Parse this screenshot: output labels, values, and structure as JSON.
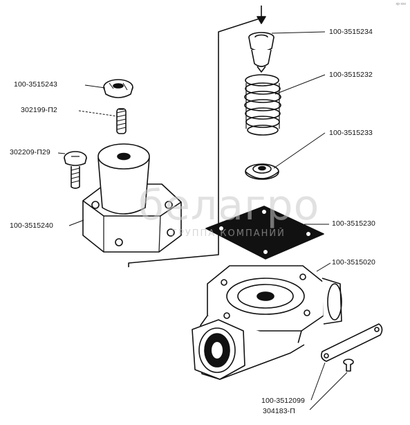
{
  "corner_mark": "хр·ххх",
  "watermark": {
    "brand": "белагро",
    "tagline": "ГРУППА КОМПАНИЙ"
  },
  "parts": [
    {
      "id": "p1",
      "label": "100-3515234"
    },
    {
      "id": "p2",
      "label": "100-3515232"
    },
    {
      "id": "p3",
      "label": "100-3515233"
    },
    {
      "id": "p4",
      "label": "100-3515243"
    },
    {
      "id": "p5",
      "label": "302199-П2"
    },
    {
      "id": "p6",
      "label": "302209-П29"
    },
    {
      "id": "p7",
      "label": "100-3515240"
    },
    {
      "id": "p8",
      "label": "100-3515230"
    },
    {
      "id": "p9",
      "label": "100-3515020"
    },
    {
      "id": "p10",
      "label": "100-3512099"
    },
    {
      "id": "p11",
      "label": "304183-П"
    }
  ]
}
